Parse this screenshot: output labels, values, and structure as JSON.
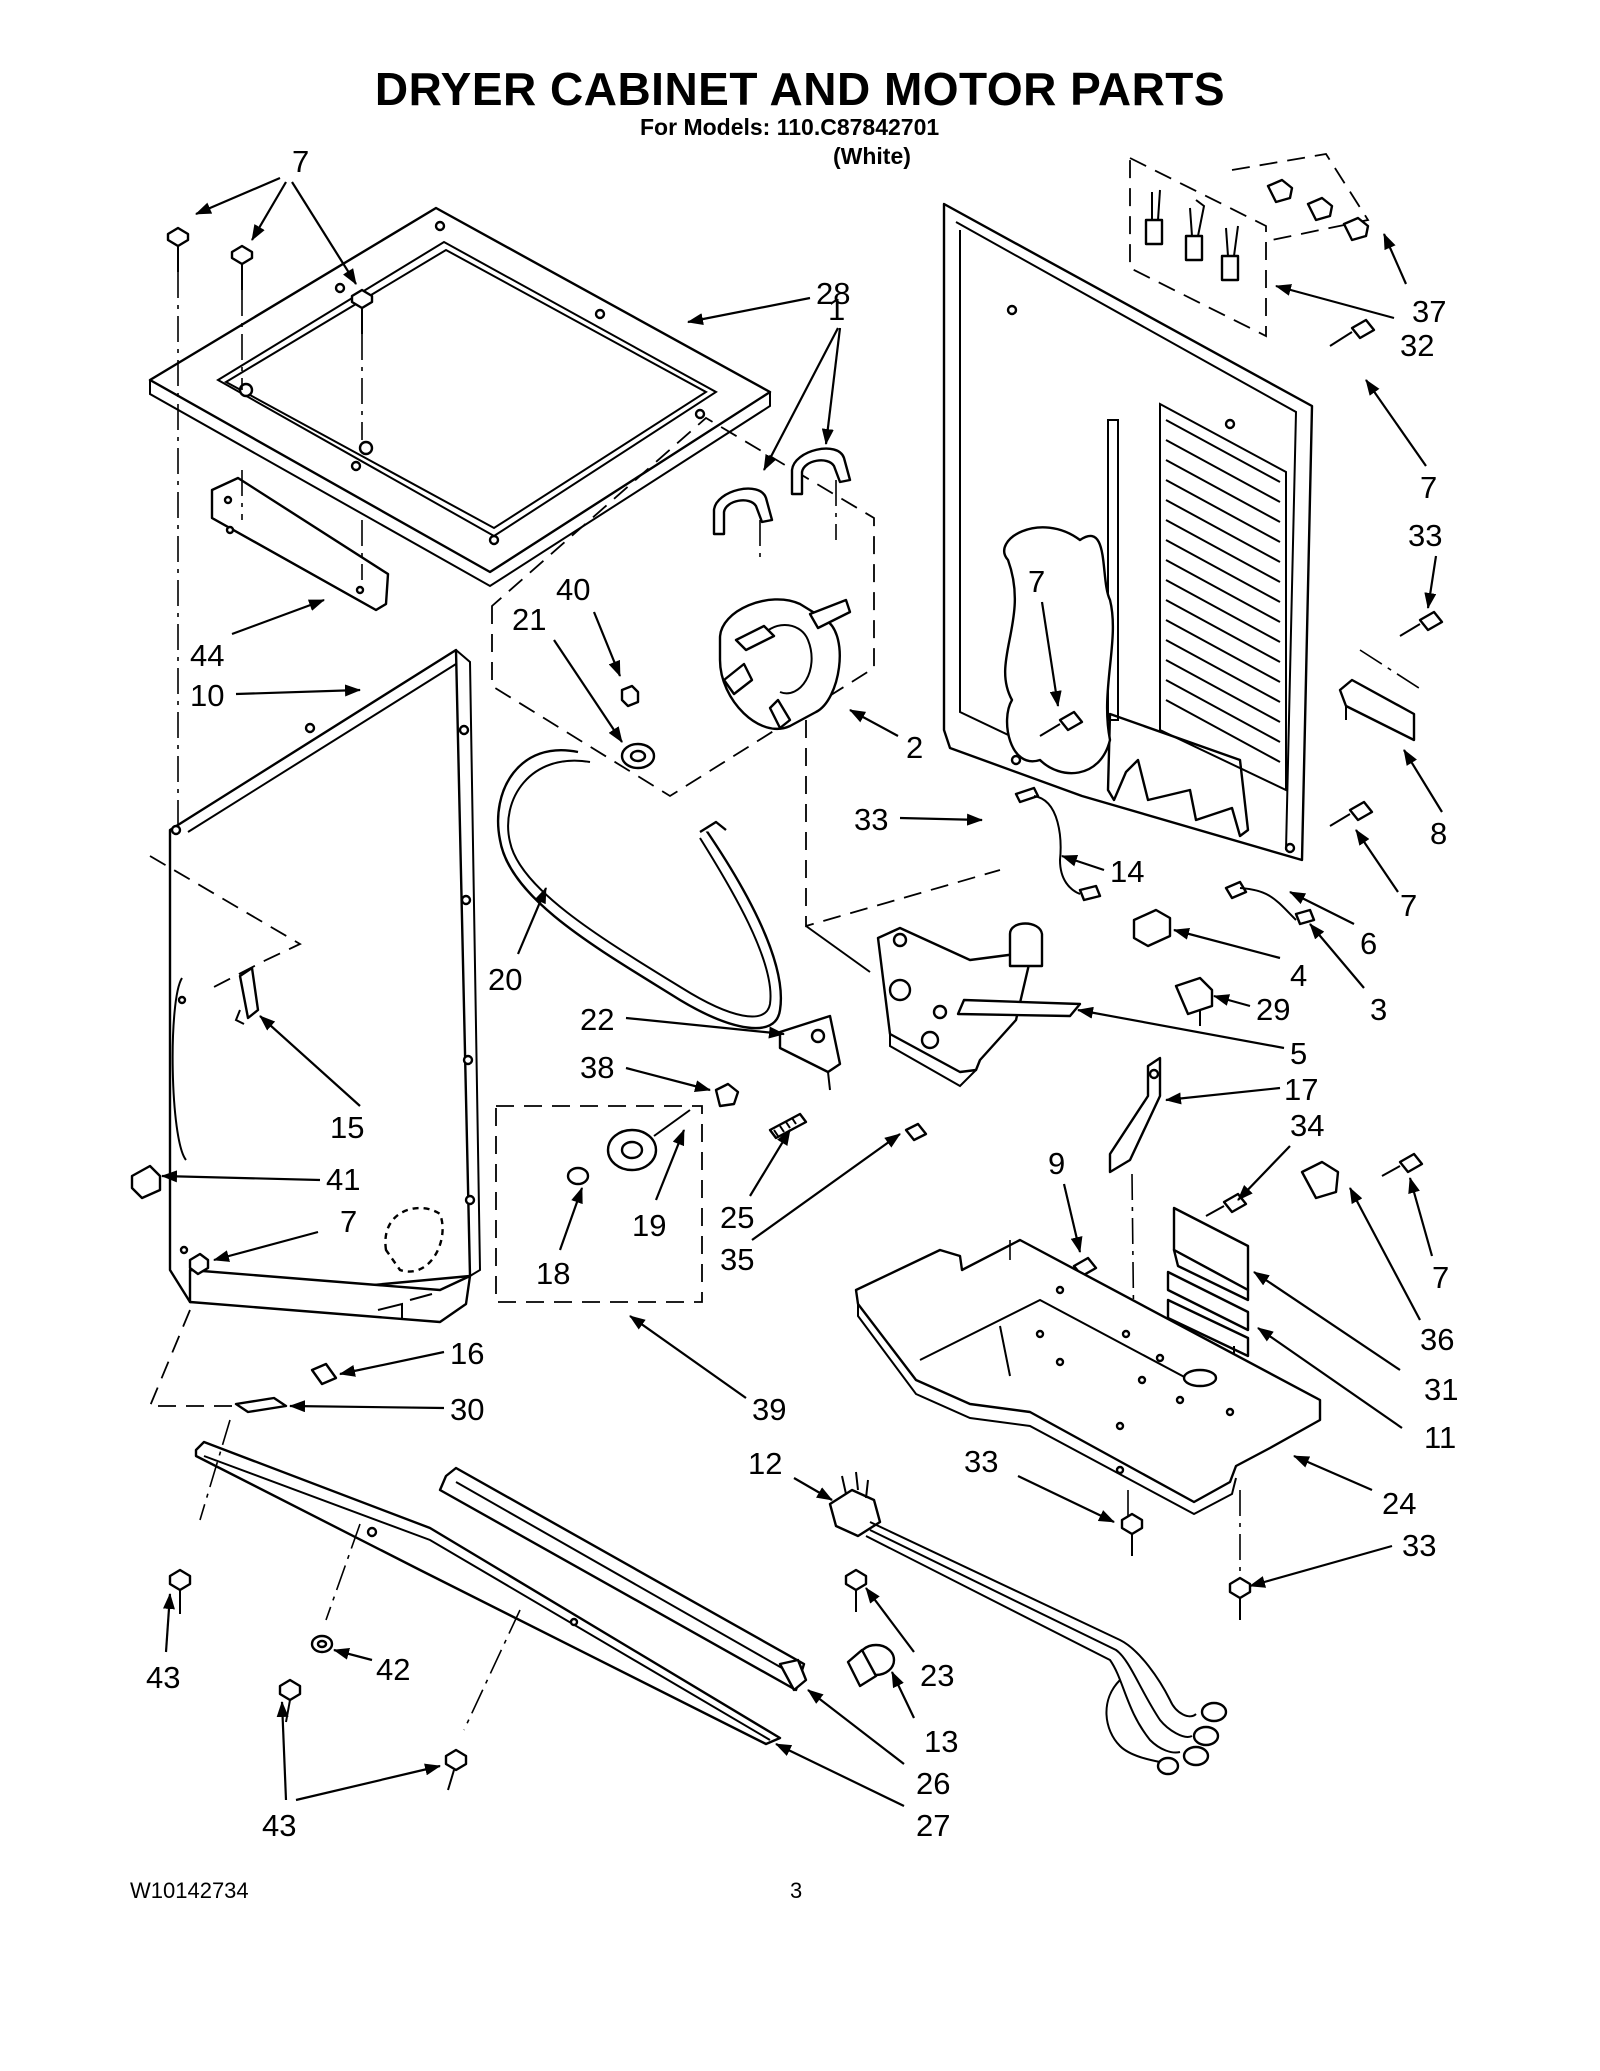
{
  "header": {
    "title": "DRYER CABINET AND MOTOR PARTS",
    "models_line": "For Models: 110.C87842701",
    "color_line": "(White)"
  },
  "footer": {
    "doc_number": "W10142734",
    "page_number": "3"
  },
  "callouts": {
    "c7_top": "7",
    "c28": "28",
    "c1": "1",
    "c37": "37",
    "c32": "32",
    "c7_r1": "7",
    "c33_r1": "33",
    "c40": "40",
    "c21": "21",
    "c7_panel": "7",
    "c44": "44",
    "c10": "10",
    "c2": "2",
    "c8": "8",
    "c33_mid": "33",
    "c14": "14",
    "c7_r2": "7",
    "c6": "6",
    "c20": "20",
    "c4": "4",
    "c3": "3",
    "c29": "29",
    "c22": "22",
    "c5": "5",
    "c38": "38",
    "c17": "17",
    "c15": "15",
    "c41": "41",
    "c34": "34",
    "c9": "9",
    "c19": "19",
    "c25": "25",
    "c7_l": "7",
    "c35": "35",
    "c7_r3": "7",
    "c18": "18",
    "c36": "36",
    "c16": "16",
    "c31": "31",
    "c30": "30",
    "c39": "39",
    "c11": "11",
    "c12": "12",
    "c33_b1": "33",
    "c24": "24",
    "c33_b2": "33",
    "c23": "23",
    "c43_a": "43",
    "c42": "42",
    "c13": "13",
    "c26": "26",
    "c43_b": "43",
    "c27": "27"
  }
}
